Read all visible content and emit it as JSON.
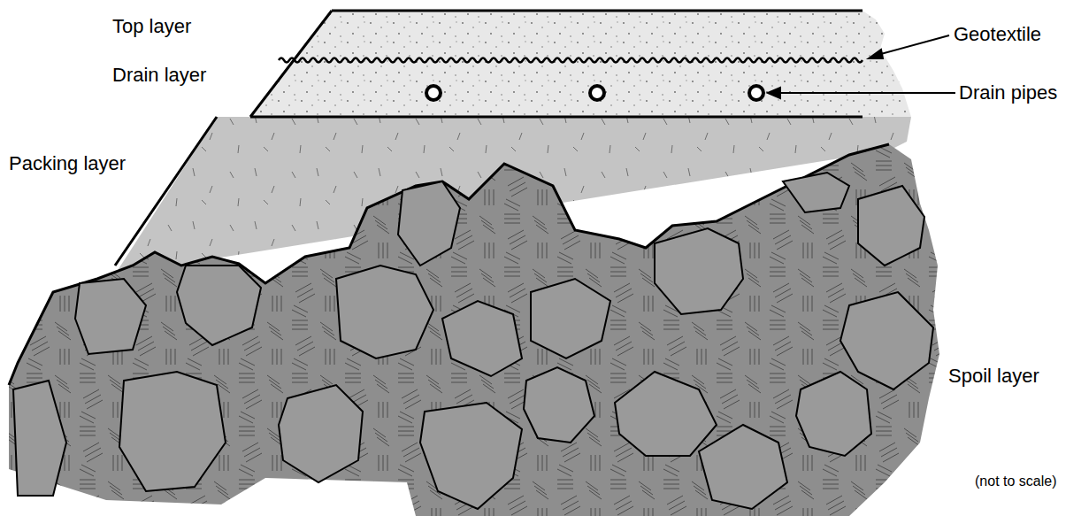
{
  "diagram": {
    "labels": [
      "Top layer",
      "Drain layer",
      "Packing layer",
      "Geotextile",
      "Drain pipes",
      "Spoil layer",
      "(not to scale)"
    ]
  }
}
